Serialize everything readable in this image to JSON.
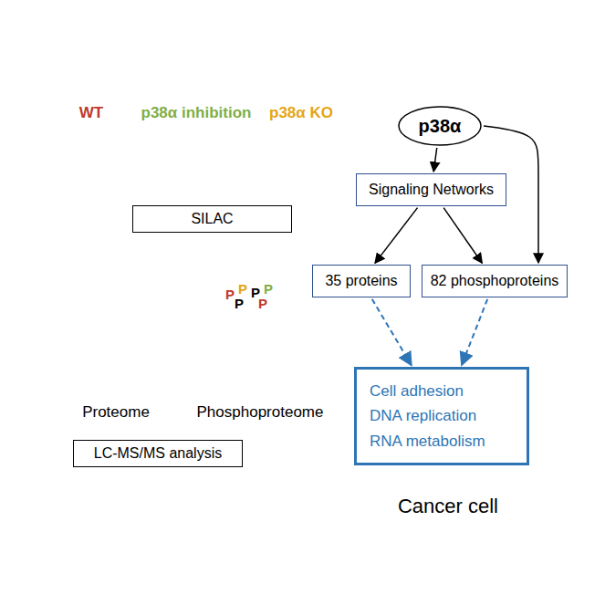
{
  "diagram": {
    "nodes": [
      {
        "text": [
          "SILAC"
        ]
      },
      {
        "text": [
          "LC-MS/MS analysis"
        ]
      },
      {
        "text": [
          "Cancer cell"
        ]
      },
      {
        "text": [
          "p38α"
        ],
        "in": 2
      },
      {
        "text": [
          "Signaling Networks"
        ],
        "in": 2
      },
      {
        "text": [
          "35 proteins"
        ],
        "in": 2
      },
      {
        "text": [
          "82 phosphoproteins"
        ],
        "in": 2
      },
      {
        "text": [
          "Cell adhesion",
          "DNA replication",
          "RNA metabolism"
        ],
        "in": 2
      }
    ],
    "edges": [
      {
        "from": 3,
        "to": 4,
        "arrow": "to"
      },
      {
        "from": 4,
        "to": 5,
        "arrow": "to"
      },
      {
        "from": 4,
        "to": 6,
        "arrow": "to"
      },
      {
        "from": 3,
        "to": 6,
        "arrow": "to"
      },
      {
        "from": 5,
        "to": 7,
        "arrow": "to"
      },
      {
        "from": 6,
        "to": 7,
        "arrow": "to"
      }
    ],
    "labels": [
      "WT",
      "p38α inhibition",
      "p38α KO",
      "Proteome",
      "Phosphoproteome",
      "P",
      "P",
      "P",
      "P",
      "P",
      "P"
    ]
  }
}
